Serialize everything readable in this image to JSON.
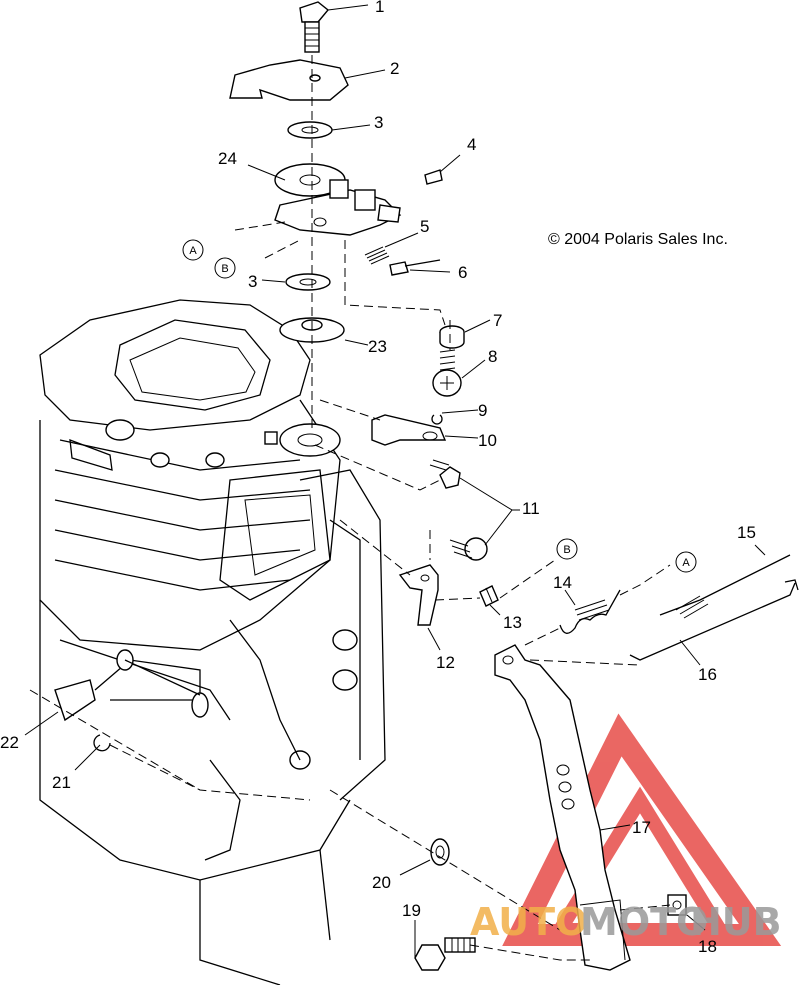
{
  "copyright": "© 2004 Polaris Sales Inc.",
  "part_labels": [
    "1",
    "2",
    "3",
    "24",
    "4",
    "5",
    "6",
    "3",
    "23",
    "7",
    "8",
    "9",
    "10",
    "11",
    "12",
    "13",
    "14",
    "15",
    "16",
    "17",
    "18",
    "19",
    "20",
    "21",
    "22"
  ],
  "callouts": [
    "A",
    "B",
    "B",
    "A"
  ],
  "watermark": {
    "part1": "AUTO",
    "part2": "MOTO",
    "part3": "HUB"
  },
  "colors": {
    "watermark_orange": "#f2b04a",
    "watermark_gray": "#9a9a9a",
    "watermark_red": "#e3342f"
  }
}
